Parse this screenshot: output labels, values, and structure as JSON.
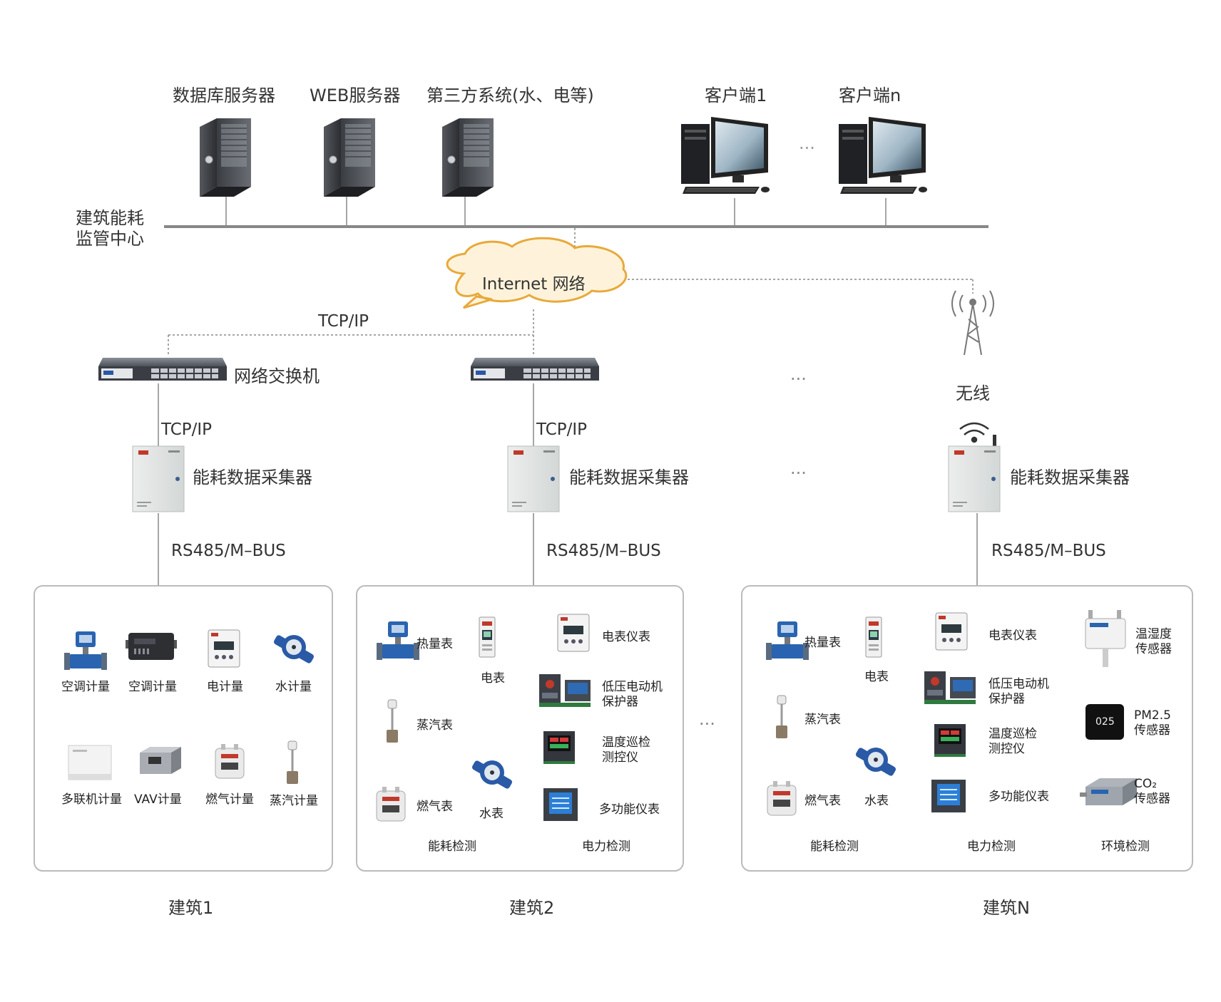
{
  "center": {
    "label": "建筑能耗\n监管中心",
    "servers": [
      "数据库服务器",
      "WEB服务器",
      "第三方系统(水、电等)"
    ],
    "clients": [
      "客户端1",
      "客户端n"
    ],
    "ellipsis": "···"
  },
  "network": {
    "internet": "Internet 网络",
    "tcpip_top": "TCP/IP",
    "switch_label": "网络交换机",
    "wireless_label": "无线",
    "ellipsis": "···"
  },
  "collectors": {
    "label": "能耗数据采集器",
    "tcpip": "TCP/IP",
    "bus": "RS485/M–BUS"
  },
  "building1": {
    "name": "建筑1",
    "devices": [
      "空调计量",
      "空调计量",
      "电计量",
      "水计量",
      "多联机计量",
      "VAV计量",
      "燃气计量",
      "蒸汽计量"
    ]
  },
  "building2": {
    "name": "建筑2",
    "energy": [
      "热量表",
      "电表",
      "蒸汽表",
      "燃气表",
      "水表"
    ],
    "power": [
      "电表仪表",
      "低压电动机\n保护器",
      "温度巡检\n测控仪",
      "多功能仪表"
    ],
    "group_energy": "能耗检测",
    "group_power": "电力检测"
  },
  "buildingN": {
    "name": "建筑N",
    "energy": [
      "热量表",
      "电表",
      "蒸汽表",
      "燃气表",
      "水表"
    ],
    "power": [
      "电表仪表",
      "低压电动机\n保护器",
      "温度巡检\n测控仪",
      "多功能仪表"
    ],
    "env": [
      "温湿度\n传感器",
      "PM2.5\n传感器",
      "CO₂\n传感器"
    ],
    "pm_reading": "025",
    "group_energy": "能耗检测",
    "group_power": "电力检测",
    "group_env": "环境检测"
  },
  "between_buildings_ellipsis": "···",
  "colors": {
    "line": "#888888",
    "cloud_fill": "#fef3da",
    "cloud_stroke": "#e8a93b",
    "panel_border": "#bbbbbb",
    "device_blue": "#2a64b0"
  }
}
